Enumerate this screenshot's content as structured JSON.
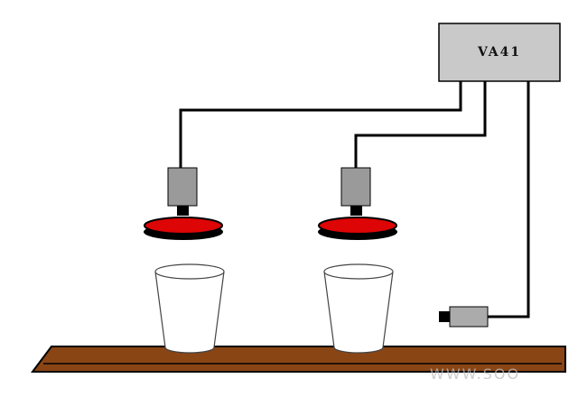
{
  "diagram": {
    "title": "experiment-apparatus-schematic",
    "control_box": {
      "label": "VA41"
    },
    "watermark": "WWW.SOO",
    "colors": {
      "box_fill": "#c9c9c9",
      "sensor_fill": "#9a9a9a",
      "device_fill": "#ababab",
      "disc_red": "#dd0505",
      "disc_rim": "#000000",
      "table_brown": "#8a4515",
      "wire": "#000000",
      "watermark_gray": "#bdbdbd"
    }
  }
}
